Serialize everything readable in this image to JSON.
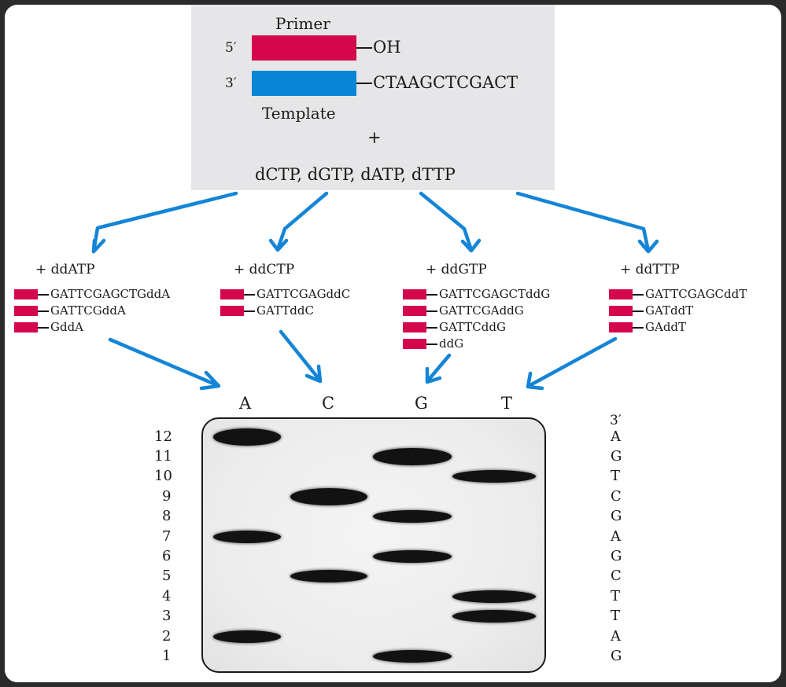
{
  "top": {
    "primer_label": "Primer",
    "five_prime": "5′",
    "three_prime": "3′",
    "primer_end": "OH",
    "template_seq": "CTAAGCTCGACT",
    "template_label": "Template",
    "plus": "+",
    "dntps": "dCTP, dGTP, dATP, dTTP"
  },
  "colors": {
    "primer": "#d4064c",
    "template": "#0a86d6",
    "arrow": "#1485d6",
    "box": "#e6e6e8"
  },
  "reactions": [
    {
      "label": "+ ddATP",
      "fragments": [
        "GATTCGAGCTGddA",
        "GATTCGddA",
        "GddA"
      ]
    },
    {
      "label": "+ ddCTP",
      "fragments": [
        "GATTCGAGddC",
        "GATTddC"
      ]
    },
    {
      "label": "+ ddGTP",
      "fragments": [
        "GATTCGAGCTddG",
        "GATTCGAddG",
        "GATTCddG",
        "ddG"
      ]
    },
    {
      "label": "+ ddTTP",
      "fragments": [
        "GATTCGAGCddT",
        "GATddT",
        "GAddT"
      ]
    }
  ],
  "gel": {
    "lanes": [
      "A",
      "C",
      "G",
      "T"
    ],
    "size_numbers": [
      "12",
      "11",
      "10",
      "9",
      "8",
      "7",
      "6",
      "5",
      "4",
      "3",
      "2",
      "1"
    ],
    "read_3prime": "3′",
    "read_sequence": [
      "A",
      "G",
      "T",
      "C",
      "G",
      "A",
      "G",
      "C",
      "T",
      "T",
      "A",
      "G"
    ],
    "bands": {
      "A": [
        12,
        7,
        2
      ],
      "C": [
        9,
        5
      ],
      "G": [
        11,
        8,
        6,
        1
      ],
      "T": [
        10,
        4,
        3
      ]
    }
  }
}
